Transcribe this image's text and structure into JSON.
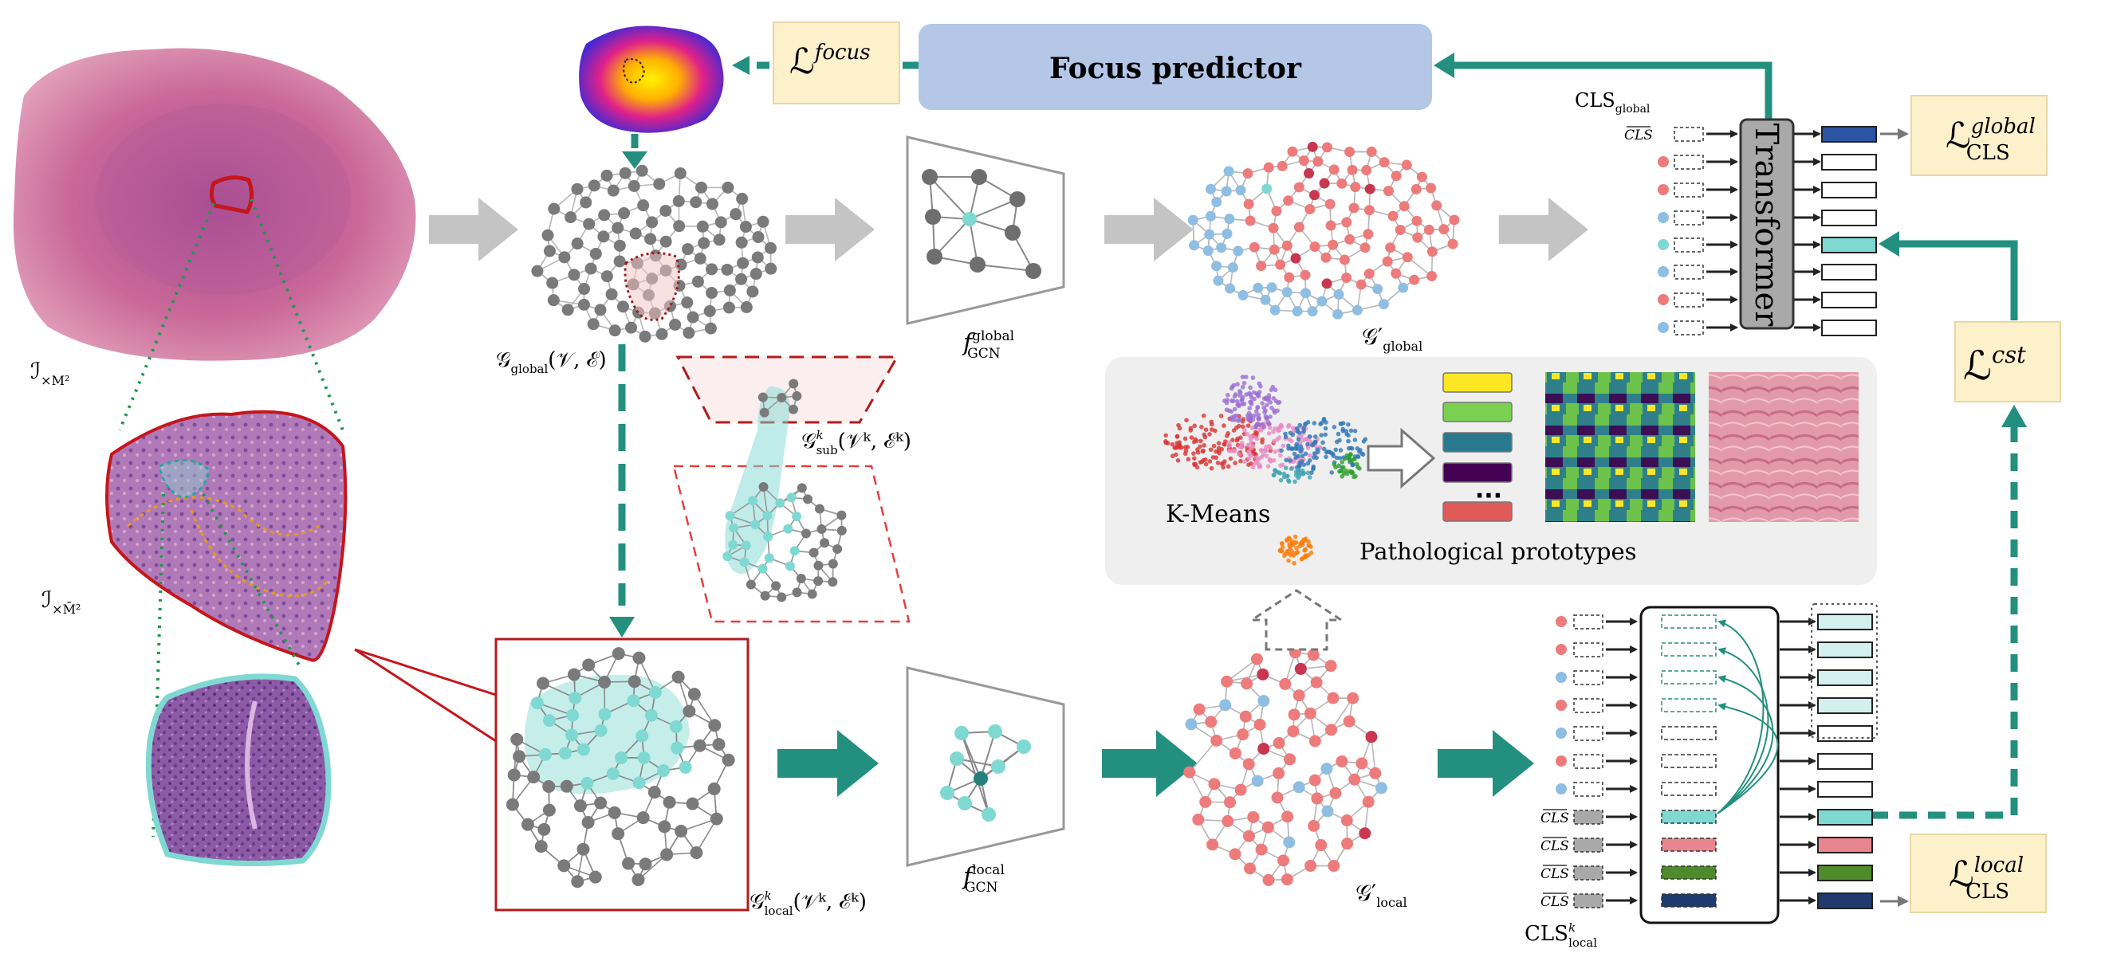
{
  "labels": {
    "focus_predictor": "Focus predictor",
    "transformer": "Transformer",
    "k_means": "K-Means",
    "pathological_prototypes": "Pathological prototypes",
    "dots": "···",
    "cls_token": "CLS"
  },
  "math": {
    "loss_focus": {
      "base": "ℒ",
      "sup": "focus",
      "sub": ""
    },
    "loss_global": {
      "base": "ℒ",
      "sup": "global",
      "sub": "CLS"
    },
    "loss_cst": {
      "base": "ℒ",
      "sup": "cst",
      "sub": ""
    },
    "loss_local": {
      "base": "ℒ",
      "sup": "local",
      "sub": "CLS"
    },
    "img_high": {
      "base": "ℐ",
      "sub": "×M²"
    },
    "img_low": {
      "base": "ℐ",
      "sub": "×M̄²"
    },
    "g_global": {
      "base": "𝒢",
      "sub": "global",
      "args": "(𝒱, ℰ)"
    },
    "g_sub": {
      "base": "𝒢",
      "sup": "k",
      "sub": "sub",
      "args": "(𝒱ᵏ, ℰᵏ)"
    },
    "g_local": {
      "base": "𝒢",
      "sup": "k",
      "sub": "local",
      "args": "(𝒱ᵏ, ℰᵏ)"
    },
    "f_global": {
      "base": "f",
      "sup": "global",
      "sub": "GCN"
    },
    "f_local": {
      "base": "f",
      "sup": "local",
      "sub": "GCN"
    },
    "gp_global": {
      "base": "𝒢′",
      "sub": "global"
    },
    "gp_local": {
      "base": "𝒢′",
      "sub": "local"
    },
    "cls_global": {
      "base": "CLS",
      "sub": "global"
    },
    "cls_local": {
      "base": "CLS",
      "sup": "k",
      "sub": "local"
    }
  },
  "colors": {
    "teal": "#23907f",
    "teal_light": "#7fd9d2",
    "gray_arrow": "#c4c4c4",
    "focus_box": "#b4c7e7",
    "loss_box": "#fdf1cb",
    "node_gray": "#7a7a7a",
    "node_red": "#ee7b7b",
    "node_blue": "#8fbee3",
    "node_darkred": "#c8374f",
    "tissue_pink": "#c86a98",
    "tissue_purple": "#8a4ea5",
    "red_outline": "#c4161c",
    "global_cls": "#2b54a3",
    "prototype_colors": [
      "#fde725",
      "#7ad151",
      "#2a788e",
      "#440154",
      "#e05a5a"
    ],
    "local_cls_colors": [
      "#b0b0b0",
      "#e8868f",
      "#4f8a2c",
      "#1f3b6e"
    ]
  }
}
